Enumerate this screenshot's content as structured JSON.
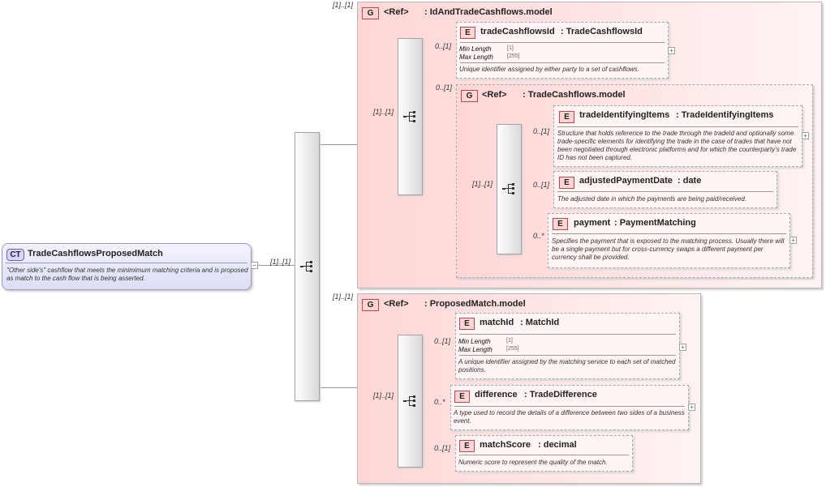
{
  "complex_type": {
    "badge": "CT",
    "name": "TradeCashflowsProposedMatch",
    "doc": "\"Other side's\" cashflow that meets the minimimum matching criteria and is proposed as match to the cash flow that is being asserted."
  },
  "root_multiplicity": "[1]..[1]",
  "groups": {
    "id_and_trade": {
      "badge": "G",
      "ref": "<Ref>",
      "name": ": IdAndTradeCashflows.model",
      "multiplicity": "[1]..[1]",
      "seq_multiplicity": "[1]..[1]"
    },
    "trade_cashflows": {
      "badge": "G",
      "ref": "<Ref>",
      "name": ": TradeCashflows.model",
      "multiplicity": "0..[1]",
      "seq_multiplicity": "[1]..[1]"
    },
    "proposed_match": {
      "badge": "G",
      "ref": "<Ref>",
      "name": ": ProposedMatch.model",
      "multiplicity": "[1]..[1]",
      "seq_multiplicity": "[1]..[1]"
    }
  },
  "elements": {
    "trade_cashflows_id": {
      "badge": "E",
      "name": "tradeCashflowsId",
      "type": ": TradeCashflowsId",
      "multiplicity": "0..[1]",
      "min_label": "Min Length",
      "min_value": "[1]",
      "max_label": "Max Length",
      "max_value": "[255]",
      "doc": "Unique identifier assigned by either party to a set of cashflows."
    },
    "trade_identifying_items": {
      "badge": "E",
      "name": "tradeIdentifyingItems",
      "type": ": TradeIdentifyingItems",
      "multiplicity": "0..[1]",
      "doc": "Structure that holds reference to the trade through the tradeId and optionally some trade-specific elements for identifying the trade in the case of trades that have not been negotiated through electronic platforms and for which the counterparty's trade ID has not been captured."
    },
    "adjusted_payment_date": {
      "badge": "E",
      "name": "adjustedPaymentDate",
      "type": ": date",
      "multiplicity": "0..[1]",
      "doc": "The adjusted date in which the payments are being paid/received."
    },
    "payment": {
      "badge": "E",
      "name": "payment",
      "type": ": PaymentMatching",
      "multiplicity": "0..*",
      "doc": "Specifies the payment that is exposed to the matching process. Usually there will be a single payment but for cross-currency swaps a different payment per currency shall be provided."
    },
    "match_id": {
      "badge": "E",
      "name": "matchId",
      "type": ": MatchId",
      "multiplicity": "0..[1]",
      "min_label": "Min Length",
      "min_value": "[1]",
      "max_label": "Max Length",
      "max_value": "[255]",
      "doc": "A unique identifier assigned by the matching service to each set of matched positions."
    },
    "difference": {
      "badge": "E",
      "name": "difference",
      "type": ": TradeDifference",
      "multiplicity": "0..*",
      "doc": "A type used to record the details of a difference between two sides of a business event."
    },
    "match_score": {
      "badge": "E",
      "name": "matchScore",
      "type": ": decimal",
      "multiplicity": "0..[1]",
      "doc": "Numeric score to represent the quality of the match."
    }
  },
  "icons": {
    "sequence": "sequence-compositor-icon",
    "expand": "expand-plus-icon",
    "collapse": "collapse-minus-icon"
  },
  "colors": {
    "group_fill": "#ffd6d6",
    "element_badge": "#ffd5d5",
    "complex_type_fill": "#ddddf6"
  }
}
